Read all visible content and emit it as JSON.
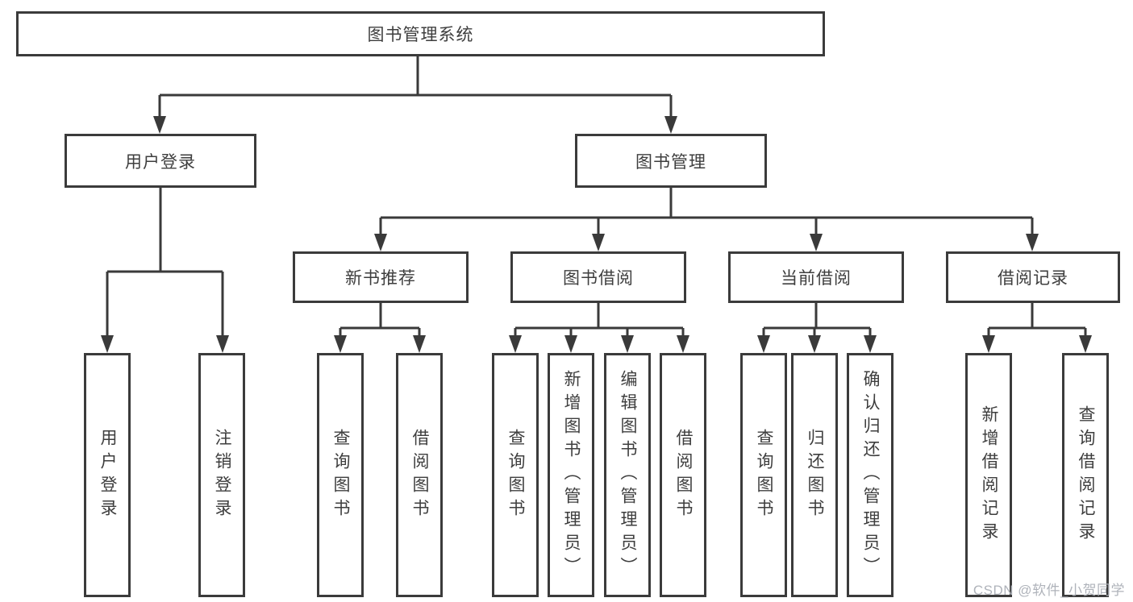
{
  "tree": {
    "root": {
      "label": "图书管理系统",
      "children": [
        {
          "label": "用户登录",
          "children": [
            {
              "label": "用户登录"
            },
            {
              "label": "注销登录"
            }
          ]
        },
        {
          "label": "图书管理",
          "children": [
            {
              "label": "新书推荐",
              "children": [
                {
                  "label": "查询图书"
                },
                {
                  "label": "借阅图书"
                }
              ]
            },
            {
              "label": "图书借阅",
              "children": [
                {
                  "label": "查询图书"
                },
                {
                  "label": "新增图书（管理员）"
                },
                {
                  "label": "编辑图书（管理员）"
                },
                {
                  "label": "借阅图书"
                }
              ]
            },
            {
              "label": "当前借阅",
              "children": [
                {
                  "label": "查询图书"
                },
                {
                  "label": "归还图书"
                },
                {
                  "label": "确认归还（管理员）"
                }
              ]
            },
            {
              "label": "借阅记录",
              "children": [
                {
                  "label": "新增借阅记录"
                },
                {
                  "label": "查询借阅记录"
                }
              ]
            }
          ]
        }
      ]
    }
  },
  "watermark": {
    "text": "CSDN @软件_小贺同学"
  },
  "colors": {
    "line": "#3a3a3a",
    "box_border": "#3b3b3b",
    "text": "#3e3e3e",
    "watermark": "#abafb7",
    "background": "#ffffff"
  }
}
